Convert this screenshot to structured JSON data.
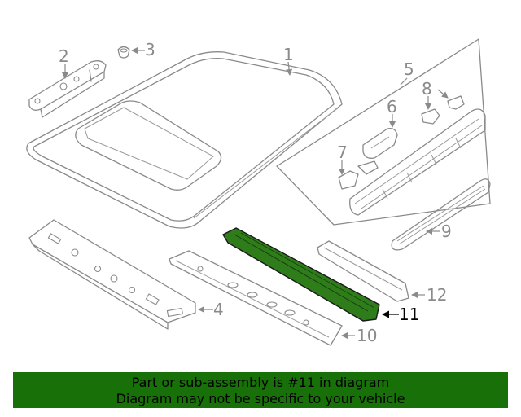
{
  "callouts": [
    "1",
    "2",
    "3",
    "4",
    "5",
    "6",
    "7",
    "8",
    "9",
    "10",
    "11",
    "12"
  ],
  "highlighted_part": "11",
  "highlight_color": "#2e7d1a",
  "banner": {
    "line1": "Part or sub-assembly is #11 in diagram",
    "line2": "Diagram may not be specific to your vehicle",
    "color": "#177008"
  }
}
